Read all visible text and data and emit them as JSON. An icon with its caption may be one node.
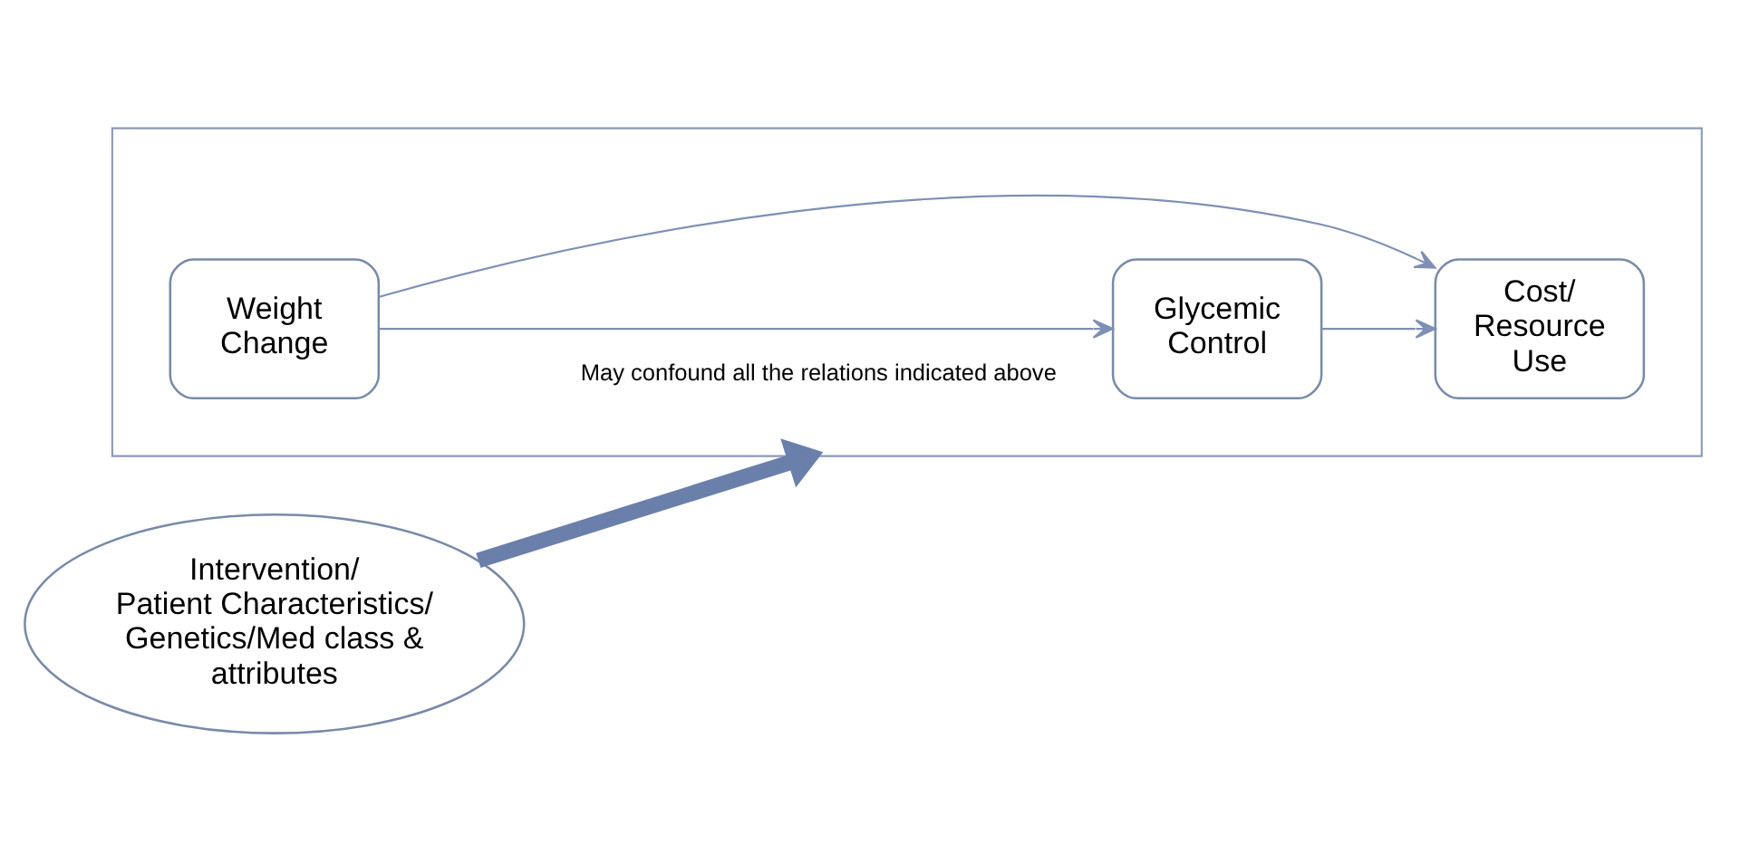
{
  "diagram": {
    "nodes": [
      {
        "text": [],
        "shape": "box"
      },
      {
        "text": [
          "Weight Change"
        ],
        "in": 0
      },
      {
        "text": [
          "Glycemic Control"
        ],
        "in": 0
      },
      {
        "text": [
          "Cost/ Resource Use"
        ],
        "in": 0
      },
      {
        "text": [
          "Intervention/ Patient Characteristics/ Genetics/Med class & attributes"
        ]
      }
    ],
    "edges": [
      {
        "from": 1,
        "to": 2,
        "arrow": "to"
      },
      {
        "from": 2,
        "to": 3,
        "arrow": "to"
      },
      {
        "from": 1,
        "to": 3,
        "arrow": "to"
      },
      {
        "from": 4,
        "to": 0,
        "arrow": "to",
        "label": "May confound all the relations indicated above",
        "style": "thick",
        "color": "#6b7fab"
      }
    ]
  }
}
